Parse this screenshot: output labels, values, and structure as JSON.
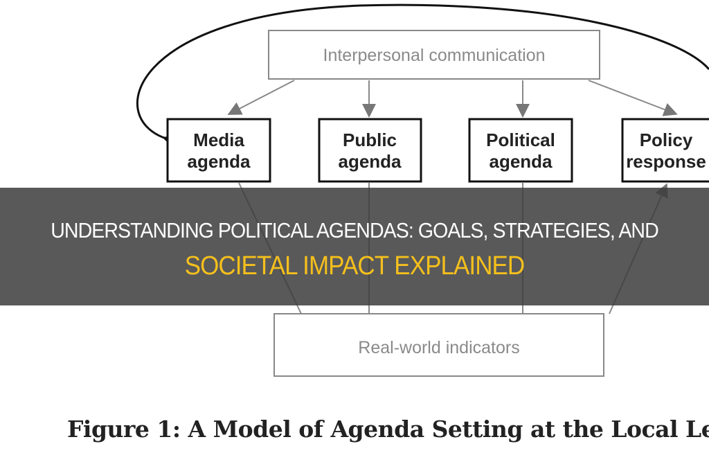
{
  "diagram": {
    "top_box": "Interpersonal communication",
    "middle_boxes": [
      {
        "line1": "Media",
        "line2": "agenda"
      },
      {
        "line1": "Public",
        "line2": "agenda"
      },
      {
        "line1": "Political",
        "line2": "agenda"
      },
      {
        "line1": "Policy",
        "line2": "response"
      }
    ],
    "bottom_box": "Real-world indicators",
    "caption": "Figure 1: A Model of Agenda Setting at the Local Le"
  },
  "banner": {
    "line1": "UNDERSTANDING POLITICAL AGENDAS: GOALS, STRATEGIES, AND",
    "line2": "SOCIETAL IMPACT EXPLAINED",
    "line1_color": "#ffffff",
    "line2_color": "#f5c01c"
  }
}
